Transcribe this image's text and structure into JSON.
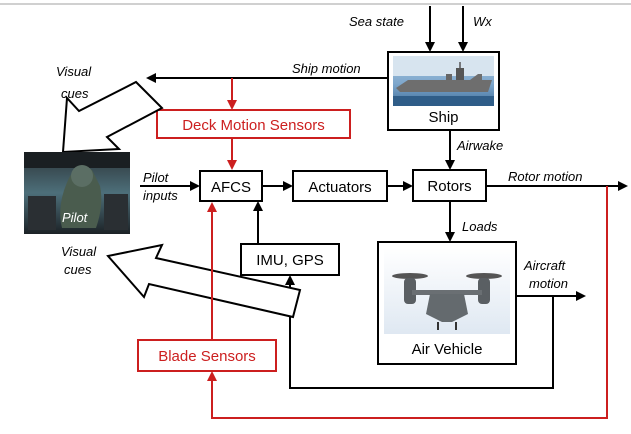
{
  "blocks": {
    "ship": "Ship",
    "deck_motion_sensors": "Deck Motion Sensors",
    "afcs": "AFCS",
    "actuators": "Actuators",
    "rotors": "Rotors",
    "imu_gps": "IMU, GPS",
    "air_vehicle": "Air Vehicle",
    "blade_sensors": "Blade Sensors",
    "pilot": "Pilot"
  },
  "signals": {
    "sea_state": "Sea state",
    "wx": "Wx",
    "ship_motion": "Ship motion",
    "visual_cues_top_1": "Visual",
    "visual_cues_top_2": "cues",
    "pilot_inputs_1": "Pilot",
    "pilot_inputs_2": "inputs",
    "airwake": "Airwake",
    "rotor_motion": "Rotor motion",
    "loads": "Loads",
    "aircraft_motion_1": "Aircraft",
    "aircraft_motion_2": "motion",
    "visual_cues_bottom_1": "Visual",
    "visual_cues_bottom_2": "cues"
  },
  "colors": {
    "sensor_red": "#cc1f1f",
    "line_black": "#000000"
  }
}
